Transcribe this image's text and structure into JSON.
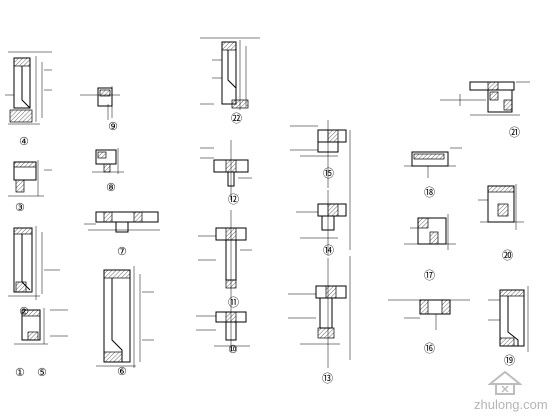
{
  "details": [
    {
      "id": "d1",
      "label": "①"
    },
    {
      "id": "d2",
      "label": "②"
    },
    {
      "id": "d3",
      "label": "③"
    },
    {
      "id": "d4",
      "label": "④"
    },
    {
      "id": "d5",
      "label": "⑤"
    },
    {
      "id": "d6",
      "label": "⑥"
    },
    {
      "id": "d7",
      "label": "⑦"
    },
    {
      "id": "d8",
      "label": "⑧"
    },
    {
      "id": "d9",
      "label": "⑨"
    },
    {
      "id": "d10",
      "label": "⑩"
    },
    {
      "id": "d11",
      "label": "⑪"
    },
    {
      "id": "d12",
      "label": "⑫"
    },
    {
      "id": "d13",
      "label": "⑬"
    },
    {
      "id": "d14",
      "label": "⑭"
    },
    {
      "id": "d15",
      "label": "⑮"
    },
    {
      "id": "d16",
      "label": "⑯"
    },
    {
      "id": "d17",
      "label": "⑰"
    },
    {
      "id": "d18",
      "label": "⑱"
    },
    {
      "id": "d19",
      "label": "⑲"
    },
    {
      "id": "d20",
      "label": "⑳"
    },
    {
      "id": "d21",
      "label": "㉑"
    },
    {
      "id": "d22",
      "label": "㉒"
    }
  ],
  "watermark": {
    "text": "zhulong.com",
    "icon": "house-logo-icon"
  }
}
